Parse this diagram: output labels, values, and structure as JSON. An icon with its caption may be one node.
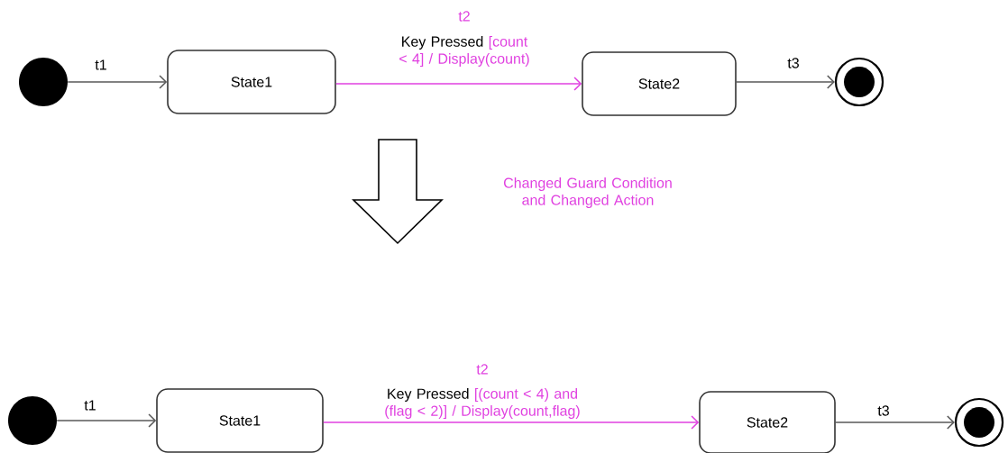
{
  "diagram": {
    "nodes": [
      {
        "text": [],
        "shape": "circle"
      },
      {
        "text": [
          "State1"
        ]
      },
      {
        "text": [
          "State2"
        ]
      },
      {
        "text": [],
        "shape": "bullseye"
      },
      {
        "text": [],
        "shape": "circle"
      },
      {
        "text": [
          "State1"
        ]
      },
      {
        "text": [
          "State2"
        ]
      },
      {
        "text": [],
        "shape": "bullseye"
      }
    ],
    "edges": [
      {
        "from": 0,
        "to": 1,
        "arrow": "to",
        "label": "t1"
      },
      {
        "from": 1,
        "to": 2,
        "arrow": "to",
        "label": "t2",
        "color": "#e040e0"
      },
      {
        "from": 2,
        "to": 3,
        "arrow": "to",
        "label": "t3"
      },
      {
        "from": 4,
        "to": 5,
        "arrow": "to",
        "label": "t1"
      },
      {
        "from": 5,
        "to": 6,
        "arrow": "to",
        "label": "t2",
        "color": "#e040e0"
      },
      {
        "from": 6,
        "to": 7,
        "arrow": "to",
        "label": "t3"
      }
    ],
    "labels": [
      "Key Pressed",
      "[count < 4] / Display(count)",
      "Changed Guard Condition and Changed Action",
      "Key Pressed",
      "[(count < 4) and (flag < 2)] / Display(count,flag)"
    ]
  }
}
